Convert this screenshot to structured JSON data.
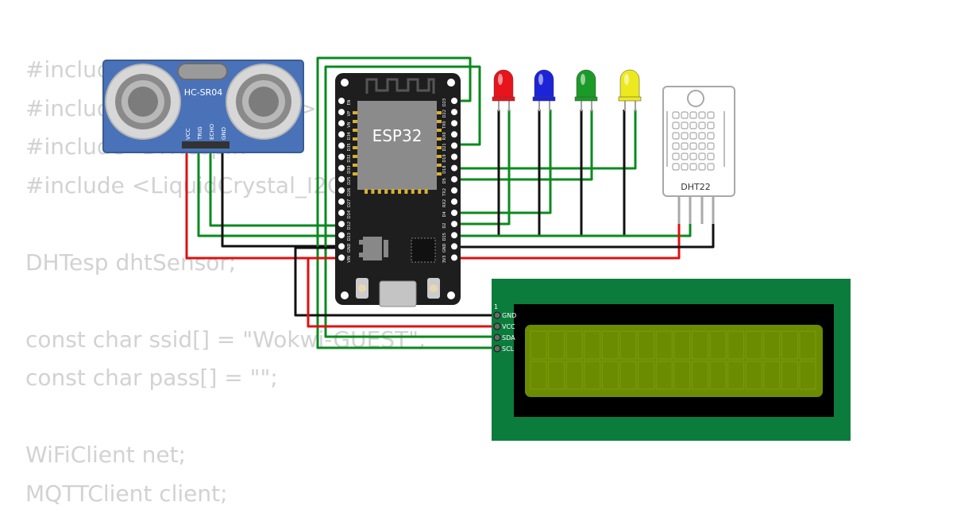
{
  "code_lines": [
    "#include <WiFi.h>",
    "#include <MQTTClient.h>",
    "#include \"DHTesp.h\"",
    "#include <LiquidCrystal_I2C.h>",
    "",
    "DHTesp dhtSensor;",
    "",
    "const char ssid[] = \"Wokwi-GUEST\";",
    "const char pass[] = \"\";",
    "",
    "WiFiClient net;",
    "MQTTClient client;"
  ],
  "hcsr04": {
    "label": "HC-SR04",
    "pins": [
      "VCC",
      "TRIG",
      "ECHO",
      "GND"
    ]
  },
  "esp32": {
    "label": "ESP32",
    "left_pins": [
      "EN",
      "VP",
      "VN",
      "D34",
      "D35",
      "D32",
      "D33",
      "D25",
      "D26",
      "D27",
      "D14",
      "D12",
      "D13",
      "GND",
      "VIN"
    ],
    "right_pins": [
      "D23",
      "D22",
      "TX0",
      "RX0",
      "D21",
      "D19",
      "D18",
      "D5",
      "TX2",
      "RX2",
      "D4",
      "D2",
      "D15",
      "GND",
      "3V3"
    ]
  },
  "leds": [
    {
      "name": "red",
      "color": "#e8141c"
    },
    {
      "name": "blue",
      "color": "#1d23d6"
    },
    {
      "name": "green",
      "color": "#1c9a28"
    },
    {
      "name": "yellow",
      "color": "#ecea1e"
    }
  ],
  "dht22": {
    "label": "DHT22"
  },
  "lcd": {
    "pin_one_label": "1",
    "pins": [
      "GND",
      "VCC",
      "SDA",
      "SCL"
    ],
    "board_color": "#0c7c3c",
    "screen_color": "#6b8b00"
  },
  "wire_colors": {
    "green": "#0a8a1e",
    "red": "#e01010",
    "black": "#111111"
  }
}
